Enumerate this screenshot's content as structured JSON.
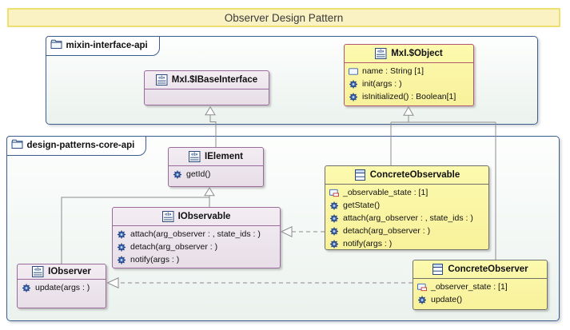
{
  "title": "Observer Design Pattern",
  "packages": {
    "mixin": {
      "label": "mixin-interface-api"
    },
    "core": {
      "label": "design-patterns-core-api"
    }
  },
  "classes": {
    "ibase": {
      "name": "MxI.$IBaseInterface",
      "stereotype": "interface",
      "members": []
    },
    "object": {
      "name": "MxI.$Object",
      "stereotype": "interface",
      "members": [
        {
          "icon": "attribute-icon",
          "label": "name : String [1]"
        },
        {
          "icon": "operation-icon",
          "label": "init(args : )"
        },
        {
          "icon": "operation-icon",
          "label": "isInitialized() : Boolean[1]"
        }
      ]
    },
    "ielement": {
      "name": "IElement",
      "stereotype": "interface",
      "members": [
        {
          "icon": "operation-icon",
          "label": "getId()"
        }
      ]
    },
    "iobservable": {
      "name": "IObservable",
      "stereotype": "interface",
      "members": [
        {
          "icon": "operation-icon",
          "label": "attach(arg_observer : , state_ids : )"
        },
        {
          "icon": "operation-icon",
          "label": "detach(arg_observer : )"
        },
        {
          "icon": "operation-icon",
          "label": "notify(args : )"
        }
      ]
    },
    "iobserver": {
      "name": "IObserver",
      "stereotype": "interface",
      "members": [
        {
          "icon": "operation-icon",
          "label": "update(args : )"
        }
      ]
    },
    "concreteObservable": {
      "name": "ConcreteObservable",
      "stereotype": "class",
      "members": [
        {
          "icon": "attribute-default-icon",
          "label": "_observable_state : [1]"
        },
        {
          "icon": "operation-icon",
          "label": "getState()"
        },
        {
          "icon": "operation-icon",
          "label": "attach(arg_observer : , state_ids : )"
        },
        {
          "icon": "operation-icon",
          "label": "detach(arg_observer : )"
        },
        {
          "icon": "operation-icon",
          "label": "notify(args : )"
        }
      ]
    },
    "concreteObserver": {
      "name": "ConcreteObserver",
      "stereotype": "class",
      "members": [
        {
          "icon": "attribute-default-icon",
          "label": "_observer_state : [1]"
        },
        {
          "icon": "operation-icon",
          "label": "update()"
        }
      ]
    }
  },
  "relations": [
    {
      "from": "IElement",
      "to": "MxI.$IBaseInterface",
      "type": "generalization"
    },
    {
      "from": "IObservable",
      "to": "IElement",
      "type": "generalization"
    },
    {
      "from": "IObserver",
      "to": "IElement",
      "type": "generalization"
    },
    {
      "from": "ConcreteObservable",
      "to": "MxI.$Object",
      "type": "generalization"
    },
    {
      "from": "ConcreteObserver",
      "to": "MxI.$Object",
      "type": "generalization"
    },
    {
      "from": "ConcreteObservable",
      "to": "IObservable",
      "type": "realization"
    },
    {
      "from": "ConcreteObserver",
      "to": "IObserver",
      "type": "realization"
    }
  ],
  "colors": {
    "title_fill": "#FAF2C2",
    "title_border": "#EDDF72",
    "class_fill": "#FBF7A4",
    "class_border_accent": "#B2556E",
    "class_border_plain": "#70706A",
    "interface_fill": "#EDE6ED",
    "interface_border": "#9A6B9A",
    "frame_border": "#3C5E8E",
    "connector": "#8C8C8C",
    "icon_blue": "#29497F"
  }
}
